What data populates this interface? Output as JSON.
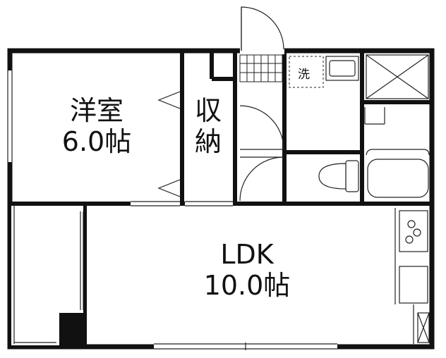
{
  "rooms": {
    "western_room": {
      "name": "洋室",
      "size": "6.0帖"
    },
    "storage": {
      "line1": "収",
      "line2": "納"
    },
    "ldk": {
      "name": "LDK",
      "size": "10.0帖"
    }
  },
  "fixtures": {
    "washer_label": "洗"
  },
  "colors": {
    "wall": "#111111",
    "line": "#222222",
    "background": "#ffffff"
  }
}
